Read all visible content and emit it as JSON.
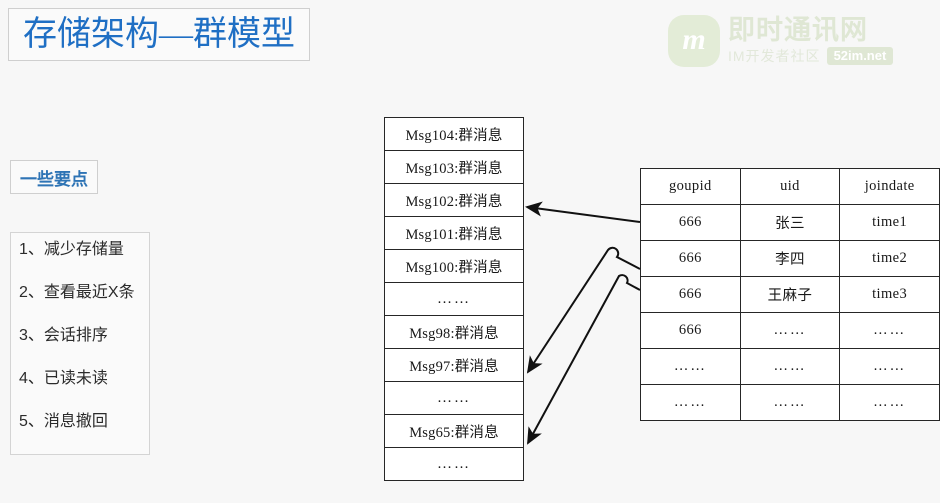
{
  "slide": {
    "title": "存储架构—群模型",
    "section_label": "一些要点",
    "points": [
      "1、减少存储量",
      "2、查看最近X条",
      "3、会话排序",
      "4、已读未读",
      "5、消息撤回"
    ]
  },
  "message_list": {
    "cells": [
      "Msg104:群消息",
      "Msg103:群消息",
      "Msg102:群消息",
      "Msg101:群消息",
      "Msg100:群消息",
      "……",
      "Msg98:群消息",
      "Msg97:群消息",
      "……",
      "Msg65:群消息",
      "……"
    ]
  },
  "member_table": {
    "headers": [
      "goupid",
      "uid",
      "joindate"
    ],
    "rows": [
      [
        "666",
        "张三",
        "time1"
      ],
      [
        "666",
        "李四",
        "time2"
      ],
      [
        "666",
        "王麻子",
        "time3"
      ],
      [
        "666",
        "……",
        "……"
      ],
      [
        "……",
        "……",
        "……"
      ],
      [
        "……",
        "……",
        "……"
      ]
    ]
  },
  "watermark": {
    "logo_letter": "m",
    "main_text": "即时通讯网",
    "sub_text": "IM开发者社区",
    "badge_text": "52im.net"
  },
  "colors": {
    "title_blue": "#1f6fc4",
    "section_blue": "#2e74b5",
    "line_black": "#262626",
    "watermark_green": "#dfe7d4",
    "background": "#f7f7f7"
  }
}
